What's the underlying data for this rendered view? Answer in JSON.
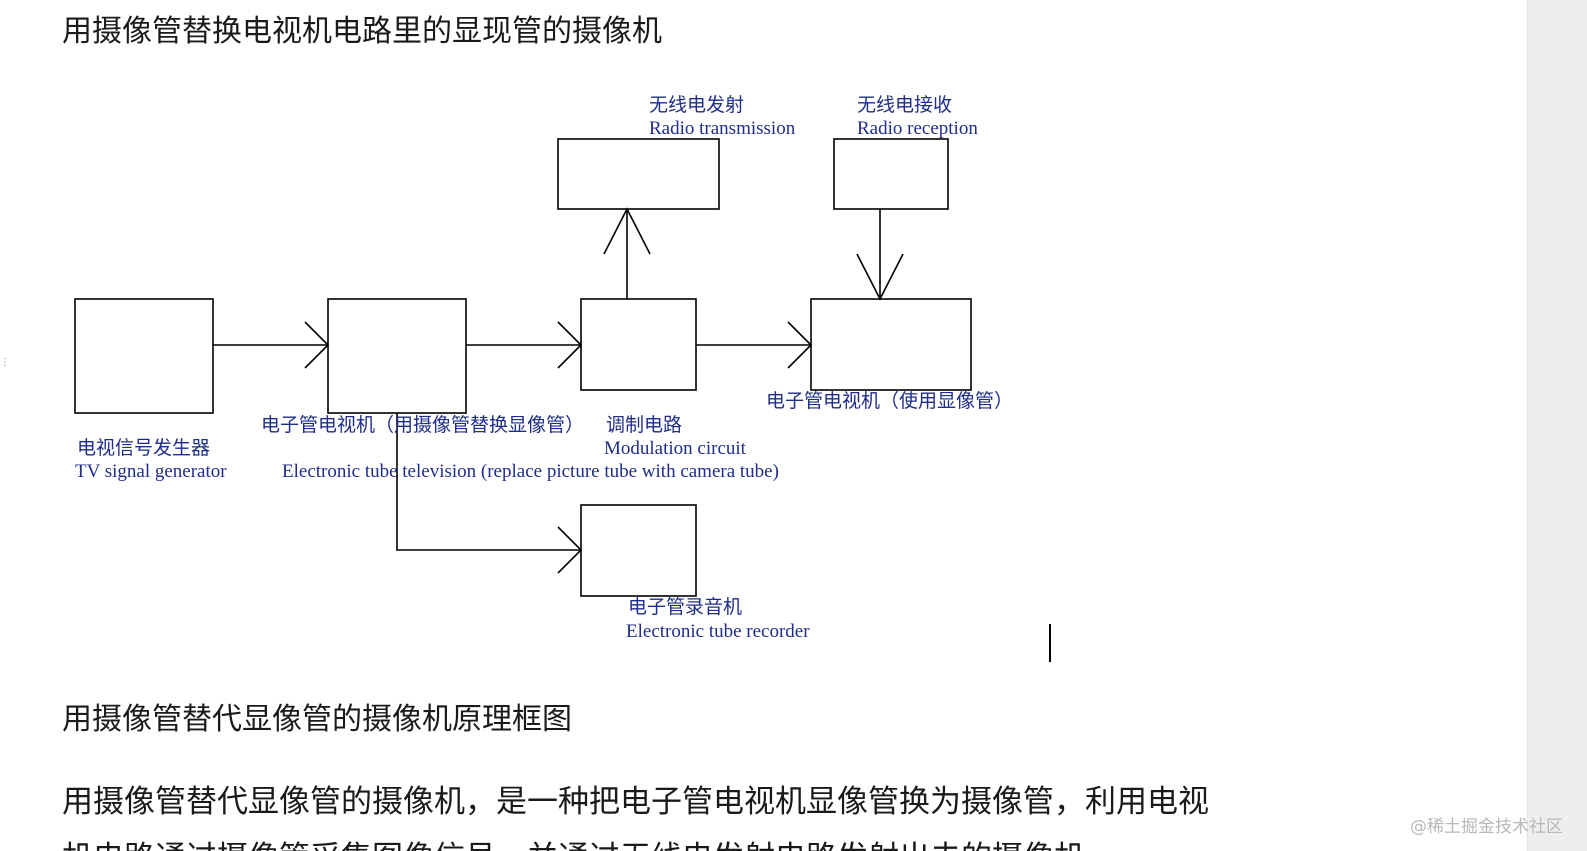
{
  "page": {
    "title": "用摄像管替换电视机电路里的显现管的摄像机",
    "caption": "用摄像管替代显像管的摄像机原理框图",
    "paragraph": "用摄像管替代显像管的摄像机，是一种把电子管电视机显像管换为摄像管，利用电视",
    "paragraph_cut": "机电路通过摄像管采集图像信号，并通过无线电发射电路发射出去的摄像机"
  },
  "diagram": {
    "radio_tx_zh": "无线电发射",
    "radio_tx_en": "Radio transmission",
    "radio_rx_zh": "无线电接收",
    "radio_rx_en": "Radio reception",
    "tv_signal_zh": "电视信号发生器",
    "tv_signal_en": "TV signal generator",
    "tube_tv_zh": "电子管电视机（用摄像管替换显像管）",
    "tube_tv_en": "Electronic tube television (replace picture tube with camera tube)",
    "modulation_zh": "调制电路",
    "modulation_en": "Modulation circuit",
    "tube_tv_display_zh": "电子管电视机（使用显像管）",
    "recorder_zh": "电子管录音机",
    "recorder_en": "Electronic tube recorder"
  },
  "watermark": "@稀土掘金技术社区",
  "colors": {
    "label_blue": "#1f2d8a",
    "text": "#1a1a1a",
    "line": "#000000",
    "gutter": "#eeeeee"
  }
}
